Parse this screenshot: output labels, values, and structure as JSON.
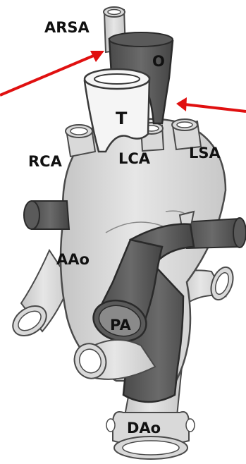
{
  "labels": {
    "arsa": "ARSA",
    "o": "O",
    "t": "T",
    "rca": "RCA",
    "lca": "LCA",
    "lsa": "LSA",
    "aao": "AAo",
    "pa": "PA",
    "dao": "DAo"
  },
  "colors": {
    "background": "#ffffff",
    "light_vessel": "#d9d9d9",
    "light_vessel_edge": "#4a4a4a",
    "dark_vessel": "#5a5a5a",
    "dark_vessel_edge": "#2a2a2a",
    "vessel_opening": "#ffffff",
    "label": "#111111",
    "arrow": "#e01010"
  }
}
